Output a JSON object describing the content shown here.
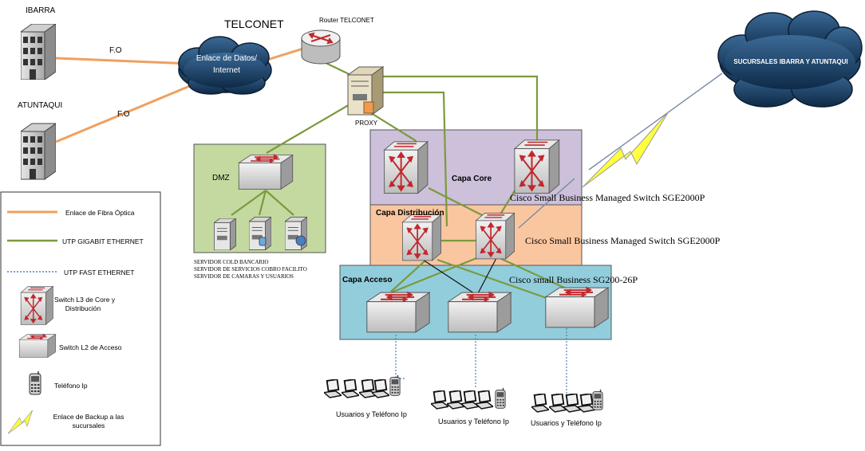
{
  "sites": {
    "ibarra": "IBARRA",
    "atuntaqui": "ATUNTAQUI",
    "fo_top": "F.O",
    "fo_bottom": "F.O"
  },
  "telconet": {
    "title": "TELCONET",
    "cloud_line1": "Enlace de Datos/",
    "cloud_line2": "Internet",
    "router": "Router TELCONET",
    "proxy": "PROXY"
  },
  "remote_cloud": "SUCURSALES IBARRA Y ATUNTAQUI",
  "dmz": {
    "label": "DMZ",
    "servers": [
      "SERVIDOR COLD BANCARIO",
      "SERVIDOR DE SERVICIOS COBRO FACILITO",
      "SERVIDOR DE CAMARAS Y USUARIOS"
    ]
  },
  "layers": {
    "core": "Capa Core",
    "distribution": "Capa Distribución",
    "access": "Capa Acceso"
  },
  "switch_labels": {
    "core": "Cisco Small Business Managed Switch SGE2000P",
    "distribution": "Cisco Small Business Managed Switch SGE2000P",
    "access": "Cisco small Business SG200-26P"
  },
  "users": [
    "Usuarios y Teléfono Ip",
    "Usuarios y Teléfono Ip",
    "Usuarios y Teléfono Ip"
  ],
  "legend": [
    {
      "key": "fiber",
      "label": "Enlace de Fibra Óptica"
    },
    {
      "key": "gigabit",
      "label": "UTP GIGABIT ETHERNET"
    },
    {
      "key": "fast",
      "label": "UTP FAST ETHERNET"
    },
    {
      "key": "l3",
      "label_1": "Switch L3 de Core y",
      "label_2": "Distribución"
    },
    {
      "key": "l2",
      "label": "Switch L2 de Acceso"
    },
    {
      "key": "phone",
      "label": "Teléfono Ip"
    },
    {
      "key": "backup",
      "label_1": "Enlace de Backup a las",
      "label_2": "sucursales"
    }
  ],
  "colors": {
    "fiber": "#f0a060",
    "gigabit": "#7b9a3c",
    "fast": "#4a7fc1",
    "core_zone": "#ccc0da",
    "distribution_zone": "#f9c6a0",
    "access_zone": "#92cddc",
    "dmz_zone": "#c4d9a0",
    "cloud": "#1f3f62",
    "lightning": "#ffff40"
  }
}
